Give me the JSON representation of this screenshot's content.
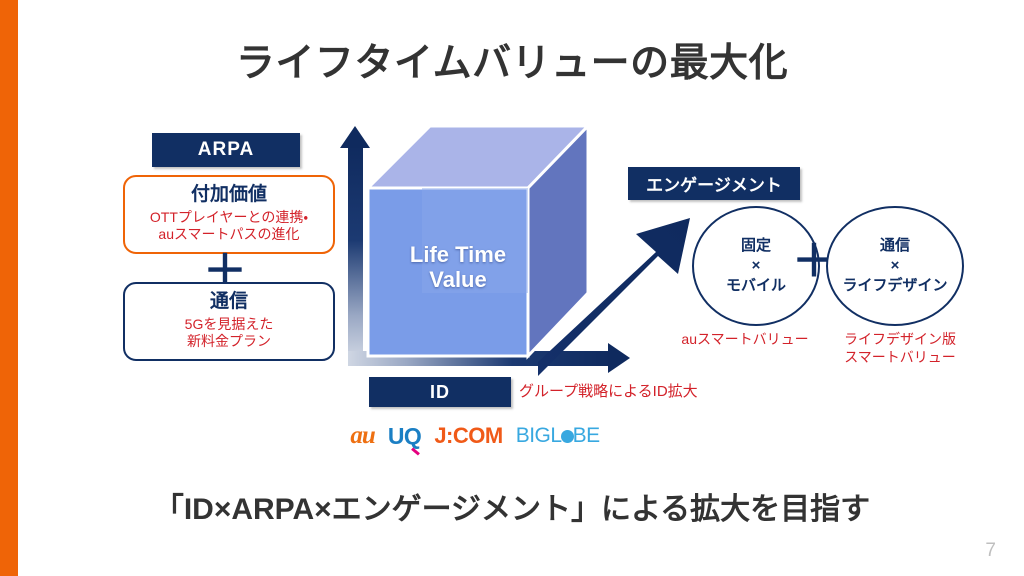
{
  "slide": {
    "title": "ライフタイムバリューの最大化",
    "caption": "「ID×ARPA×エンゲージメント」による拡大を目指す",
    "page_number": "7",
    "accent_color": "#ef6407",
    "navy_color": "#112f63",
    "red_color": "#d3222a"
  },
  "arpa": {
    "bar_label": "ARPA",
    "value_box": {
      "heading": "付加価値",
      "detail": "OTTプレイヤーとの連携・\nauスマートパスの進化",
      "border_color": "#ef6407"
    },
    "plus": "＋",
    "telecom_box": {
      "heading": "通信",
      "detail": "5Gを見据えた\n新料金プラン",
      "border_color": "#112f63"
    }
  },
  "cube": {
    "label": "Life Time\nValue",
    "front_color": "#7a9ce8",
    "top_color": "#aab4e8",
    "side_color": "#6275be"
  },
  "axes": {
    "vertical_name": "arpa-axis",
    "horizontal_name": "id-axis",
    "diagonal_name": "engagement-axis",
    "axis_color": "#0f2a5e"
  },
  "id": {
    "bar_label": "ID",
    "note": "グループ戦略によるID拡大",
    "logos": [
      {
        "name": "au",
        "text": "au"
      },
      {
        "name": "uq",
        "text": "UQ"
      },
      {
        "name": "jcom",
        "text": "J:COM"
      },
      {
        "name": "biglobe",
        "text_before": "BIGL",
        "text_after": "BE"
      }
    ]
  },
  "engagement": {
    "bar_label": "エンゲージメント",
    "plus": "＋",
    "circles": [
      {
        "name": "kotei-mobile",
        "text": "固定\n×\nモバイル",
        "note": "auスマートバリュー"
      },
      {
        "name": "tsushin-lifedesign",
        "text": "通信\n×\nライフデザイン",
        "note": "ライフデザイン版\nスマートバリュー"
      }
    ]
  }
}
